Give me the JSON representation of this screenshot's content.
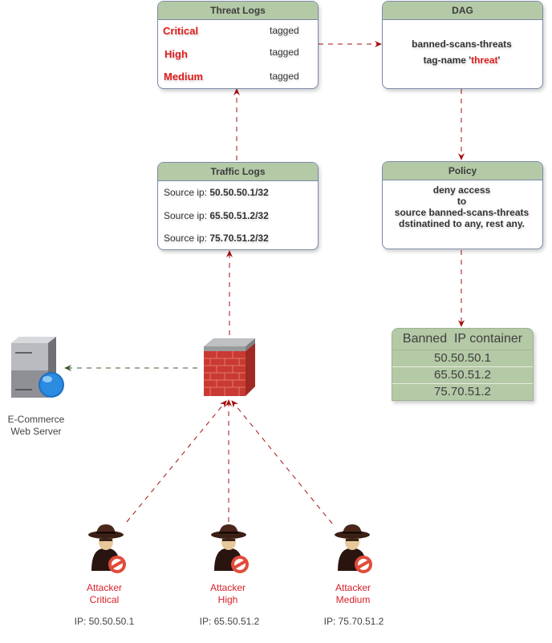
{
  "threat_logs": {
    "title": "Threat Logs",
    "rows": [
      {
        "severity": "Critical",
        "status": "tagged"
      },
      {
        "severity": "High",
        "status": "tagged"
      },
      {
        "severity": "Medium",
        "status": "tagged"
      }
    ]
  },
  "dag": {
    "title": "DAG",
    "line1": "banned-scans-threats",
    "line2_prefix": "tag-name '",
    "line2_tag": "threat",
    "line2_suffix": "'"
  },
  "traffic_logs": {
    "title": "Traffic Logs",
    "rows": [
      {
        "label": "Source ip: ",
        "ip": "50.50.50.1/32"
      },
      {
        "label": "Source ip: ",
        "ip": "65.50.51.2/32"
      },
      {
        "label": "Source ip: ",
        "ip": "75.70.51.2/32"
      }
    ]
  },
  "policy": {
    "title": "Policy",
    "lines": [
      "deny access",
      "to",
      "source banned-scans-threats",
      "dstinatined to any, rest any."
    ]
  },
  "banned_container": {
    "title": "Banned  IP container",
    "ips": [
      "50.50.50.1",
      "65.50.51.2",
      "75.70.51.2"
    ]
  },
  "server": {
    "line1": "E-Commerce",
    "line2": "Web Server",
    "icon": "server-icon"
  },
  "firewall": {
    "icon": "firewall-icon"
  },
  "attackers": [
    {
      "line1": "Attacker",
      "line2": "Critical",
      "ip": "IP: 50.50.50.1"
    },
    {
      "line1": "Attacker",
      "line2": "High",
      "ip": "IP: 65.50.51.2"
    },
    {
      "line1": "Attacker",
      "line2": "Medium",
      "ip": "IP: 75.70.51.2"
    }
  ],
  "colors": {
    "header_green": "#b4c9a6",
    "severity_red": "#e01b1b",
    "connector_red": "#a50f0f",
    "connector_green": "#3b5e2b"
  }
}
